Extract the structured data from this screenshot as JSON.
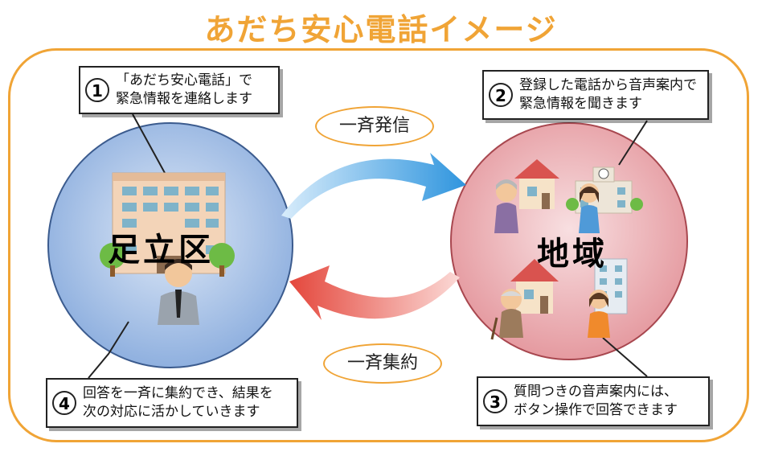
{
  "title": "あだち安心電話イメージ",
  "steps": [
    {
      "num": "1",
      "line1": "「あだち安心電話」で",
      "line2": "緊急情報を連絡します"
    },
    {
      "num": "2",
      "line1": "登録した電話から音声案内で",
      "line2": "緊急情報を聞きます"
    },
    {
      "num": "3",
      "line1": "質問つきの音声案内には、",
      "line2": "ボタン操作で回答できます"
    },
    {
      "num": "4",
      "line1": "回答を一斉に集約でき、結果を",
      "line2": "次の対応に活かしていきます"
    }
  ],
  "arrows": {
    "send": "一斉発信",
    "collect": "一斉集約"
  },
  "left_circle": {
    "label": "足立区"
  },
  "right_circle": {
    "label": "地域"
  },
  "colors": {
    "accent": "#f0a436",
    "left_circle": "#8fb0df",
    "right_circle": "#e59aa0",
    "send_arrow": "#3a9de0",
    "collect_arrow": "#e8554a"
  }
}
